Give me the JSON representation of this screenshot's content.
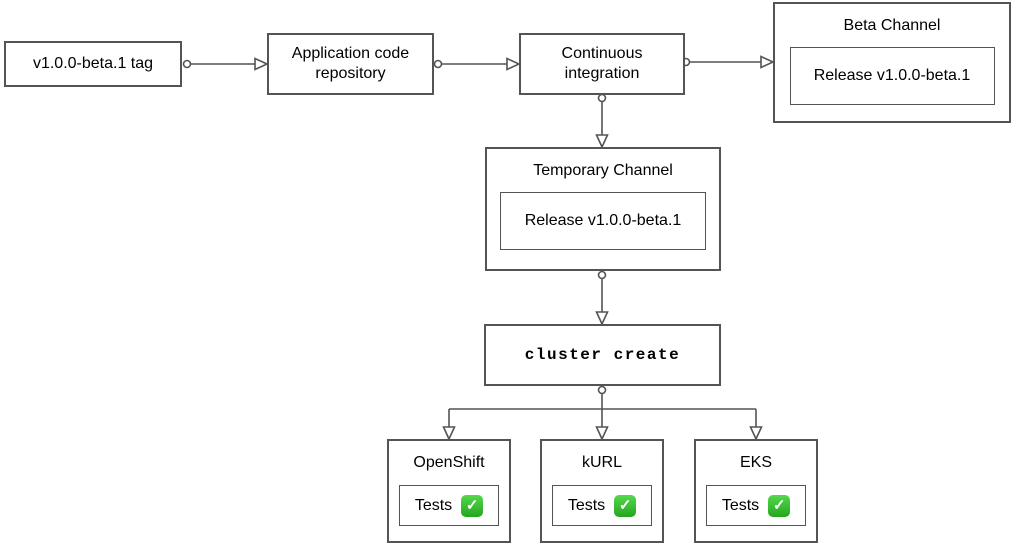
{
  "diagram": {
    "nodes": {
      "tag": {
        "label": "v1.0.0-beta.1 tag"
      },
      "app_repo": {
        "label": "Application code repository"
      },
      "ci": {
        "label": "Continuous integration"
      },
      "beta_channel": {
        "title": "Beta Channel",
        "release_label": "Release v1.0.0-beta.1"
      },
      "temp_channel": {
        "title": "Temporary Channel",
        "release_label": "Release v1.0.0-beta.1"
      },
      "cluster_create": {
        "label": "cluster create"
      },
      "openshift": {
        "title": "OpenShift",
        "tests_label": "Tests",
        "status_icon": "check-mark-button",
        "status_glyph": "✓"
      },
      "kurl": {
        "title": "kURL",
        "tests_label": "Tests",
        "status_icon": "check-mark-button",
        "status_glyph": "✓"
      },
      "eks": {
        "title": "EKS",
        "tests_label": "Tests",
        "status_icon": "check-mark-button",
        "status_glyph": "✓"
      }
    },
    "edges": [
      {
        "from": "tag",
        "to": "app_repo"
      },
      {
        "from": "app_repo",
        "to": "ci"
      },
      {
        "from": "ci",
        "to": "beta_channel"
      },
      {
        "from": "ci",
        "to": "temp_channel"
      },
      {
        "from": "temp_channel",
        "to": "cluster_create"
      },
      {
        "from": "cluster_create",
        "to": "openshift"
      },
      {
        "from": "cluster_create",
        "to": "kurl"
      },
      {
        "from": "cluster_create",
        "to": "eks"
      }
    ],
    "colors": {
      "border": "#545454",
      "text": "#000000",
      "node_background": "#ffffff",
      "page_background": "#ffffff",
      "check_green_top": "#55d84e",
      "check_green_bottom": "#24a51e",
      "check_mark_color": "#ffffff"
    }
  }
}
